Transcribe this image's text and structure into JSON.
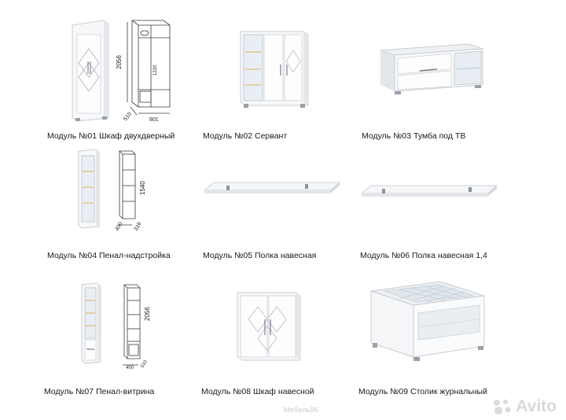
{
  "modules": [
    {
      "caption": "Модуль №01 Шкаф двухдверный",
      "dims": [
        "2056",
        "1220",
        "510",
        "801"
      ]
    },
    {
      "caption": "Модуль №02 Сервант"
    },
    {
      "caption": "Модуль №03 Тумба под ТВ"
    },
    {
      "caption": "Модуль №04 Пенал-надстройка",
      "dims": [
        "1540",
        "400",
        "316"
      ]
    },
    {
      "caption": "Модуль №05 Полка навесная"
    },
    {
      "caption": "Модуль №06 Полка навесная 1,4"
    },
    {
      "caption": "Модуль №07 Пенал-витрина",
      "dims": [
        "2056",
        "400",
        "510"
      ]
    },
    {
      "caption": "Модуль №08 Шкаф навесной"
    },
    {
      "caption": "Модуль №09 Столик журнальный"
    }
  ],
  "watermark": "Мебель96",
  "brand": "Avito"
}
